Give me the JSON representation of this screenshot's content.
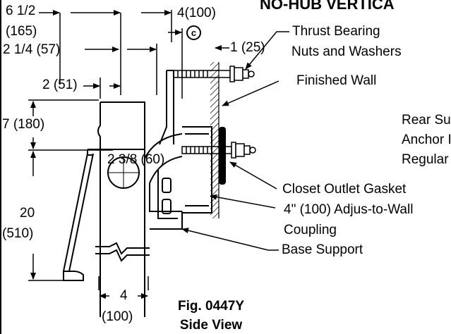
{
  "title_fragment": "NO-HUB VERTICA",
  "dimensions": {
    "overall_width": "6 1/2",
    "overall_width_mm": "(165)",
    "to_wall_offset": "2 1/4 (57)",
    "outlet_offset": "4(100)",
    "centerline_symbol": "c",
    "wall_offset": "1 (25)",
    "outlet_setback": "2 (51)",
    "upper_height": "7 (180)",
    "outlet_height": "2 3/8 (60)",
    "lower_height": "20",
    "lower_height_mm": "(510)",
    "foot_width": "4",
    "foot_width_mm": "(100)"
  },
  "callouts": {
    "thrust_bearing_1": "Thrust Bearing",
    "thrust_bearing_2": "Nuts and Washers",
    "finished_wall": "Finished Wall",
    "rear_support_1": "Rear Su",
    "rear_support_2": "Anchor I",
    "rear_support_3": "Regular",
    "closet_gasket": "Closet Outlet Gasket",
    "coupling_1": "4\" (100) Adjus-to-Wall",
    "coupling_2": "Coupling",
    "base_support": "Base Support"
  },
  "caption": {
    "figure": "Fig. 0447Y",
    "view": "Side View"
  }
}
